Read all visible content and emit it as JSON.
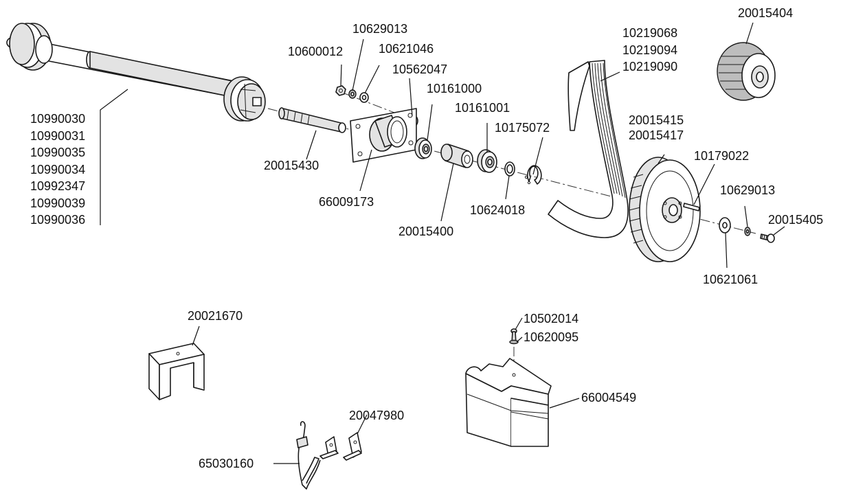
{
  "parts": {
    "pto_shaft": [
      "10990030",
      "10990031",
      "10990035",
      "10990034",
      "10992347",
      "10990039",
      "10990036"
    ],
    "belts": [
      "10219068",
      "10219094",
      "10219090"
    ],
    "pulley": [
      "20015415",
      "20015417"
    ],
    "idler_roller": "20015404",
    "nut": "10600012",
    "washer_small_top": "10629013",
    "washer_flat_top": "10621046",
    "grease_nipple": "10562047",
    "bearing_1": "10161000",
    "bearing_2": "10161001",
    "circlip": "10175072",
    "key": "10179022",
    "washer_spring_right": "10629013",
    "bolt_right": "20015405",
    "washer_large_right": "10621061",
    "spacer_ring": "10624018",
    "spacer_tube": "20015400",
    "housing": "66009173",
    "splined_shaft": "20015430",
    "cover_small": "20021670",
    "screw_cover": "10502014",
    "washer_cover": "10620095",
    "guard_large": "66004549",
    "clip": "20047980",
    "strap": "65030160"
  }
}
